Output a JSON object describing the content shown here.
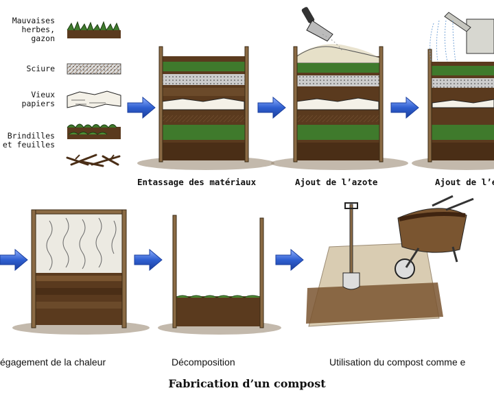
{
  "legend": {
    "grass": "Mauvaises\nherbes,\ngazon",
    "sawdust": "Sciure",
    "papers": "Vieux\npapiers",
    "twigs": "Brindilles\net feuilles"
  },
  "steps_top": {
    "stack": "Entassage des matériaux",
    "nitrogen": "Ajout de l’azote",
    "water": "Ajout de l’e"
  },
  "steps_bottom": {
    "heat": "égagement de la chaleur",
    "decomp": "Décomposition",
    "use": "Utilisation du compost comme e"
  },
  "caption": "Fabrication d’un compost",
  "colors": {
    "arrow": "#2f5fd0",
    "soil": "#5a3a1e",
    "leaf": "#3f7a2c",
    "wood": "#8a6a44"
  }
}
